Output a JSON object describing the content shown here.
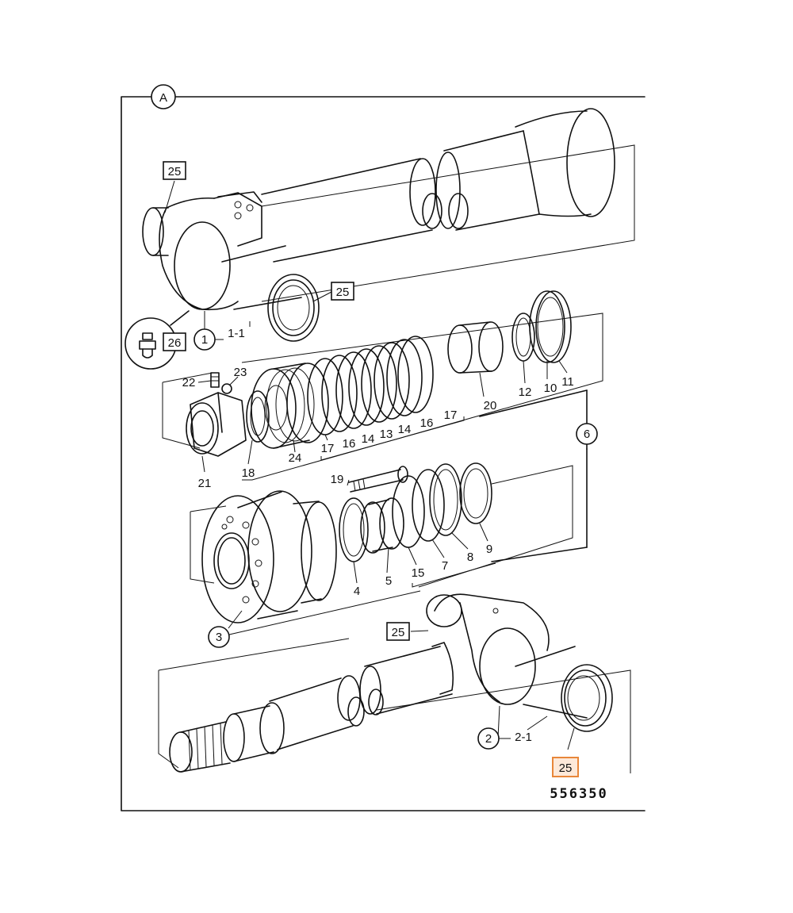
{
  "view_label": "A",
  "drawing_number": "556350",
  "highlight_color": "#e8873a",
  "labels": {
    "p1": "1",
    "p1_1": "1-1",
    "p2": "2",
    "p2_1": "2-1",
    "p3": "3",
    "p4": "4",
    "p5": "5",
    "p6": "6",
    "p7": "7",
    "p8": "8",
    "p9": "9",
    "p10": "10",
    "p11": "11",
    "p12": "12",
    "p13": "13",
    "p14a": "14",
    "p14b": "14",
    "p15": "15",
    "p16a": "16",
    "p16b": "16",
    "p17a": "17",
    "p17b": "17",
    "p18": "18",
    "p19": "19",
    "p20": "20",
    "p21": "21",
    "p22": "22",
    "p23": "23",
    "p24": "24",
    "p25a": "25",
    "p25b": "25",
    "p25c": "25",
    "p25d": "25",
    "p26": "26"
  }
}
